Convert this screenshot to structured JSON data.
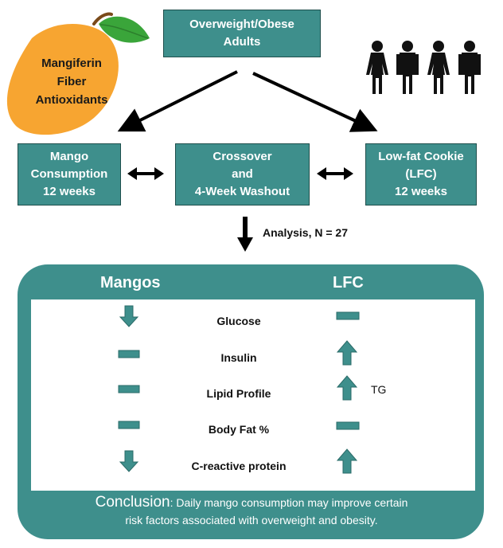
{
  "top_box": {
    "line1": "Overweight/Obese",
    "line2": "Adults"
  },
  "mango_label": {
    "line1": "Mangiferin",
    "line2": "Fiber",
    "line3": "Antioxidants"
  },
  "left_box": {
    "line1": "Mango",
    "line2": "Consumption",
    "line3": "12 weeks"
  },
  "middle_box": {
    "line1": "Crossover",
    "line2": "and",
    "line3": "4-Week Washout"
  },
  "right_box": {
    "line1": "Low-fat Cookie",
    "line2": "(LFC)",
    "line3": "12 weeks"
  },
  "analysis_label": "Analysis, N = 27",
  "results": {
    "mangos_header": "Mangos",
    "lfc_header": "LFC",
    "rows": [
      {
        "label": "Glucose",
        "mangos": "down",
        "lfc": "no-change"
      },
      {
        "label": "Insulin",
        "mangos": "no-change",
        "lfc": "up"
      },
      {
        "label": "Lipid Profile",
        "mangos": "no-change",
        "lfc": "up",
        "note": "TG"
      },
      {
        "label": "Body Fat %",
        "mangos": "no-change",
        "lfc": "no-change"
      },
      {
        "label": "C-reactive protein",
        "mangos": "down",
        "lfc": "up"
      }
    ]
  },
  "conclusion": {
    "lead": "Conclusion",
    "text_line1": ": Daily mango consumption may improve certain",
    "text_line2": "risk factors associated with overweight and obesity."
  },
  "colors": {
    "teal": "#3e8f8c",
    "mango": "#f7a531",
    "leaf": "#3aa53a"
  },
  "icons": [
    "mango-icon",
    "people-icon",
    "arrow-down-icon",
    "arrow-up-icon",
    "dash-icon"
  ]
}
